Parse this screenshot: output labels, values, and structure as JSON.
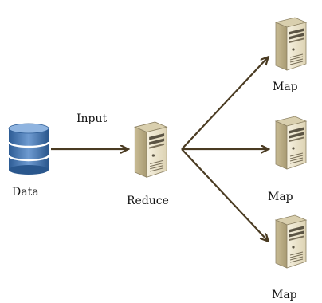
{
  "nodes": {
    "data": {
      "label": "Data",
      "icon": "database-icon"
    },
    "reduce": {
      "label": "Reduce",
      "icon": "server-icon"
    },
    "maps": [
      {
        "label": "Map",
        "icon": "server-icon"
      },
      {
        "label": "Map",
        "icon": "server-icon"
      },
      {
        "label": "Map",
        "icon": "server-icon"
      }
    ]
  },
  "edges": {
    "input_label": "Input"
  },
  "colors": {
    "arrow": "#4a3b22",
    "server_body": "#eee6cf",
    "server_side": "#b9ac86",
    "server_dark": "#5b5444",
    "database": "#3d6ea8"
  }
}
